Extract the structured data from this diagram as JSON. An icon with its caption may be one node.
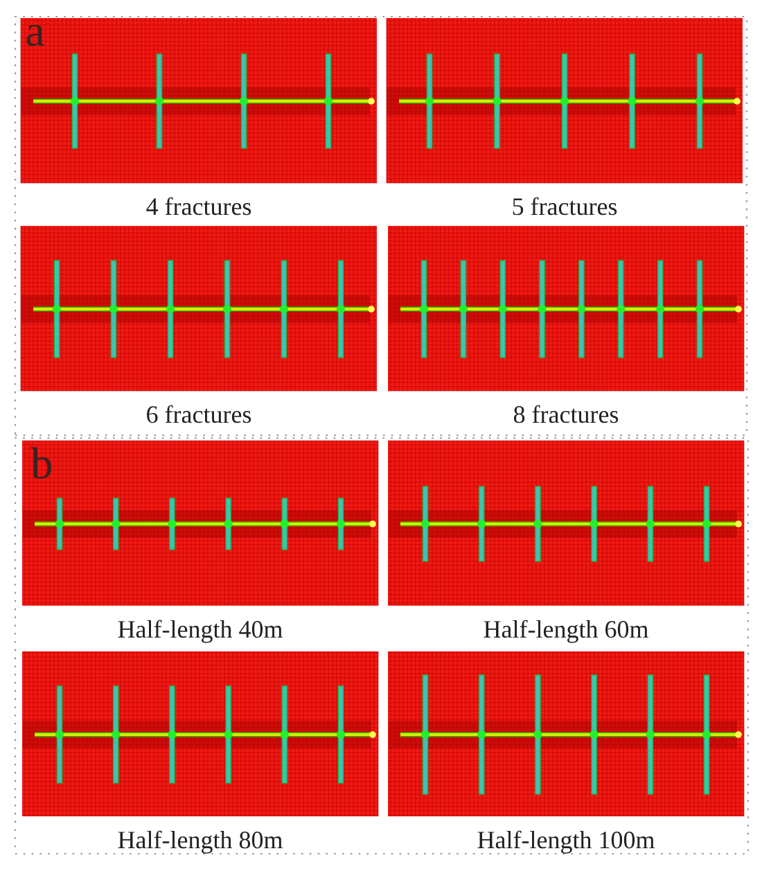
{
  "diagram": {
    "nodes": [
      {
        "text": [],
        "shape": "box"
      },
      {
        "text": [],
        "shape": "picture",
        "in": 0,
        "beside": [
          "4 fractures"
        ]
      },
      {
        "text": [],
        "shape": "picture",
        "in": 0,
        "beside": [
          "5 fractures"
        ]
      },
      {
        "text": [],
        "shape": "picture",
        "in": 0,
        "beside": [
          "6 fractures"
        ]
      },
      {
        "text": [],
        "shape": "picture",
        "in": 0,
        "beside": [
          "8 fractures"
        ]
      },
      {
        "text": [],
        "shape": "box"
      },
      {
        "text": [],
        "shape": "picture",
        "in": 5,
        "beside": [
          "Half-length 40m"
        ]
      },
      {
        "text": [],
        "shape": "picture",
        "in": 5,
        "beside": [
          "Half-length 60m"
        ]
      },
      {
        "text": [],
        "shape": "picture",
        "in": 5,
        "beside": [
          "Half-length 80m"
        ]
      },
      {
        "text": [],
        "shape": "picture",
        "in": 5,
        "beside": [
          "Half-length 100m"
        ]
      }
    ],
    "labels": [
      "a",
      "b"
    ]
  }
}
